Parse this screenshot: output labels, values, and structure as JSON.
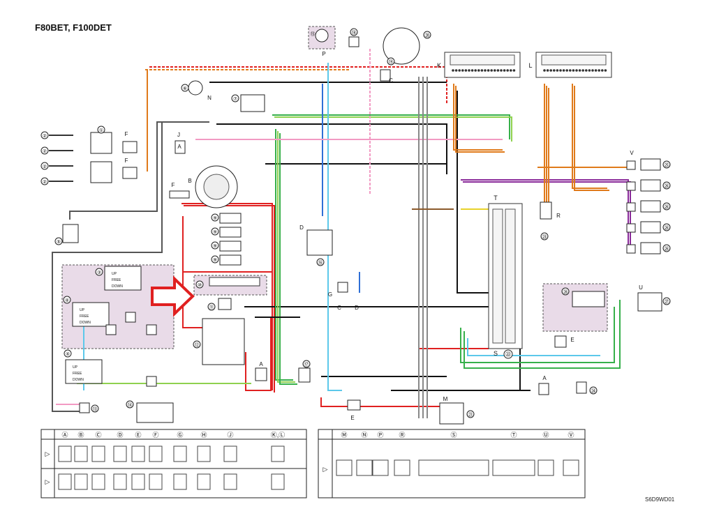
{
  "title": "F80BET, F100DET",
  "drawing_code": "S6D9WD01",
  "callouts": [
    "①",
    "②",
    "③",
    "④",
    "⑤",
    "⑥",
    "⑦",
    "⑧",
    "⑨",
    "⑩",
    "⑪",
    "⑫",
    "⑬",
    "⑭",
    "⑮",
    "⑯",
    "⑰",
    "⑱",
    "⑲",
    "⑳",
    "㉑",
    "㉒",
    "㉓",
    "㉔",
    "㉕",
    "㉖",
    "㉗",
    "㉘",
    "㉙"
  ],
  "connector_letters": [
    "A",
    "B",
    "C",
    "D",
    "E",
    "F",
    "G",
    "H",
    "J",
    "K",
    "L",
    "M",
    "N",
    "P",
    "R",
    "S",
    "T",
    "U",
    "V"
  ],
  "legend_left_letters": [
    "Ⓐ",
    "Ⓑ",
    "Ⓒ",
    "Ⓓ",
    "Ⓔ",
    "Ⓕ",
    "Ⓖ",
    "Ⓗ",
    "Ⓙ",
    "Ⓚ,Ⓛ"
  ],
  "legend_right_letters": [
    "Ⓜ",
    "Ⓝ",
    "Ⓟ",
    "Ⓡ",
    "Ⓢ",
    "Ⓣ",
    "Ⓤ",
    "Ⓥ"
  ],
  "switch_table": {
    "rows": [
      "UP",
      "FREE",
      "DOWN"
    ]
  },
  "colors": {
    "red": "#e02020",
    "orange": "#f07a1a",
    "black": "#1a1a1a",
    "green": "#36b04a",
    "lightgreen": "#8fd14f",
    "blue": "#2f6fd6",
    "skyblue": "#5cc8ea",
    "pink": "#f29ac3",
    "purple": "#8a2a9a",
    "brown": "#8b5a2b",
    "gray": "#888888",
    "yellow": "#e8d22a",
    "panel": "#e9dbe8",
    "arrow": "#e02020"
  }
}
